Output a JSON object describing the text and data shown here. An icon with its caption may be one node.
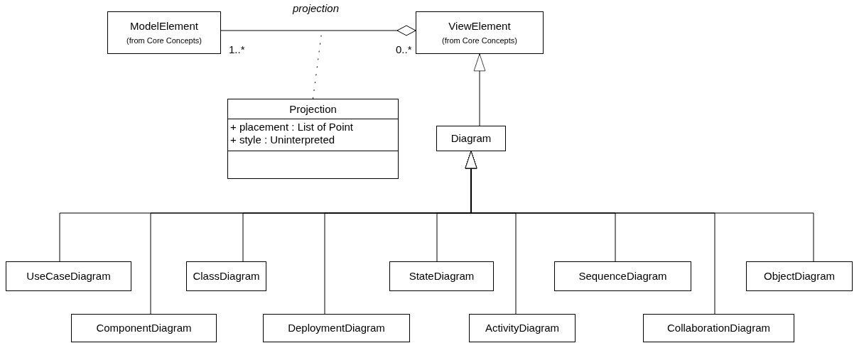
{
  "diagram": {
    "nodes": [
      {
        "text": [
          "ModelElement",
          "(from Core Concepts)"
        ]
      },
      {
        "text": [
          "ViewElement",
          "(from Core Concepts)"
        ]
      },
      {
        "text": [
          "Projection",
          "+ placement : List of Point",
          "+ style : Uninterpreted"
        ]
      },
      {
        "text": [
          "Diagram"
        ]
      },
      {
        "text": [
          "UseCaseDiagram"
        ]
      },
      {
        "text": [
          "ComponentDiagram"
        ]
      },
      {
        "text": [
          "ClassDiagram"
        ]
      },
      {
        "text": [
          "DeploymentDiagram"
        ]
      },
      {
        "text": [
          "StateDiagram"
        ]
      },
      {
        "text": [
          "ActivityDiagram"
        ]
      },
      {
        "text": [
          "SequenceDiagram"
        ]
      },
      {
        "text": [
          "CollaborationDiagram"
        ]
      },
      {
        "text": [
          "ObjectDiagram"
        ]
      }
    ],
    "edges": [
      {
        "from": 0,
        "to": 1,
        "arrow": "other",
        "label": "projection"
      },
      {
        "from": 2,
        "to": null,
        "arrow": "none",
        "style": "dashed"
      },
      {
        "from": 3,
        "to": 1,
        "arrow": "to"
      },
      {
        "from": 4,
        "to": 3,
        "arrow": "to"
      },
      {
        "from": 5,
        "to": 3,
        "arrow": "to"
      },
      {
        "from": 6,
        "to": 3,
        "arrow": "to"
      },
      {
        "from": 7,
        "to": 3,
        "arrow": "to"
      },
      {
        "from": 8,
        "to": 3,
        "arrow": "to"
      },
      {
        "from": 9,
        "to": 3,
        "arrow": "to"
      },
      {
        "from": 10,
        "to": 3,
        "arrow": "to"
      },
      {
        "from": 11,
        "to": 3,
        "arrow": "to"
      },
      {
        "from": 12,
        "to": 3,
        "arrow": "to"
      }
    ],
    "labels": [
      "1..*",
      "0..*"
    ]
  }
}
